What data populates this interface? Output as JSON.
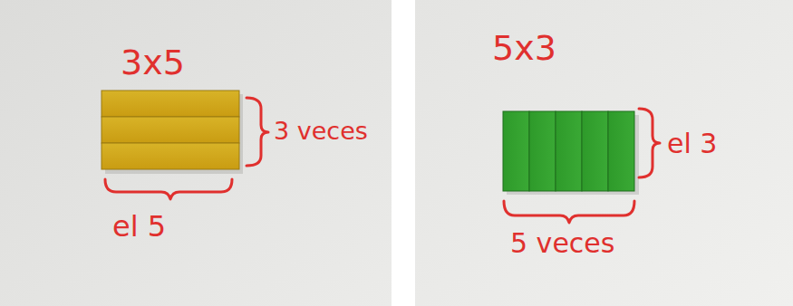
{
  "diagram": {
    "labels": [
      "3x5",
      "3 veces",
      "el 5",
      "5x3",
      "el 3",
      "5 veces"
    ]
  }
}
